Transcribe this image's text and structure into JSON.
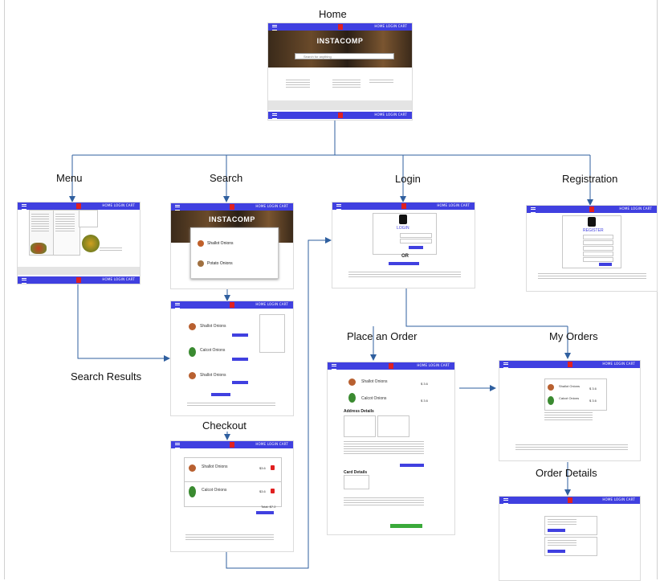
{
  "labels": {
    "home": "Home",
    "menu": "Menu",
    "search": "Search",
    "login": "Login",
    "registration": "Registration",
    "search_results": "Search Results",
    "checkout": "Checkout",
    "place_order": "Place an Order",
    "my_orders": "My Orders",
    "order_details": "Order Details"
  },
  "thumbs": {
    "home_title": "INSTACOMP",
    "home_search_placeholder": "Search for anything",
    "nav_links": "HOME  LOGIN  CART",
    "search_title": "INSTACOMP",
    "search_item1": "Shallot Onions",
    "search_item2": "Potato Onions",
    "results_item1": "Shallot Onions",
    "results_item2": "Calcot Onions",
    "results_item3": "Shallot Onions",
    "login_title": "LOGIN",
    "login_or": "OR",
    "register_title": "REGISTER",
    "checkout_item1": "Shallot Onions",
    "checkout_item2": "Calcot Onions",
    "checkout_total": "Total: $7.2",
    "checkout_price1": "$3.6",
    "checkout_price2": "$3.6",
    "order_item1": "Shallot Onions",
    "order_item2": "Calcot Onions",
    "order_address": "Address Details",
    "order_card": "Card Details",
    "order_price": "$ 3.6",
    "myorders_item1": "Shallot Onions",
    "myorders_item2": "Calcot Onions",
    "myorders_price": "$ 3.6"
  },
  "colors": {
    "nav": "#4040e0",
    "arrow": "#2f5f9f",
    "logo": "#e02020"
  }
}
